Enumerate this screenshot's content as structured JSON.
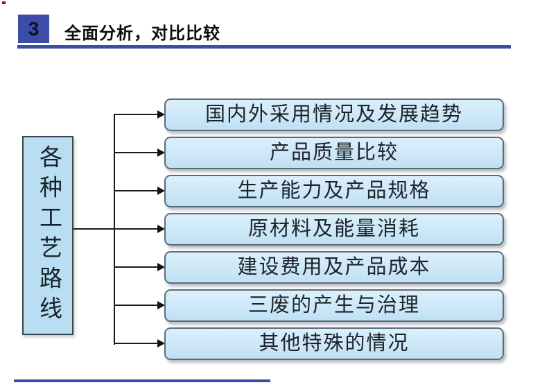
{
  "slide": {
    "background_color": "#ffffff",
    "accent_color": "#3b4da8"
  },
  "header": {
    "number": "3",
    "title": "全面分析，对比比较"
  },
  "diagram": {
    "source_label": "各种工艺路线",
    "branches": [
      {
        "label": "国内外采用情况及发展趋势"
      },
      {
        "label": "产品质量比较"
      },
      {
        "label": "生产能力及产品规格"
      },
      {
        "label": "原材料及能量消耗"
      },
      {
        "label": "建设费用及产品成本"
      },
      {
        "label": "三废的产生与治理"
      },
      {
        "label": "其他特殊的情况"
      }
    ],
    "box_fill_top": "#dbeffb",
    "box_fill_bottom": "#bfe0f3",
    "box_border_color": "#5a6b7a",
    "source_box_fill": "#b9def2",
    "source_box_border_color": "#39454e",
    "connector_color": "#1a1a1a"
  }
}
